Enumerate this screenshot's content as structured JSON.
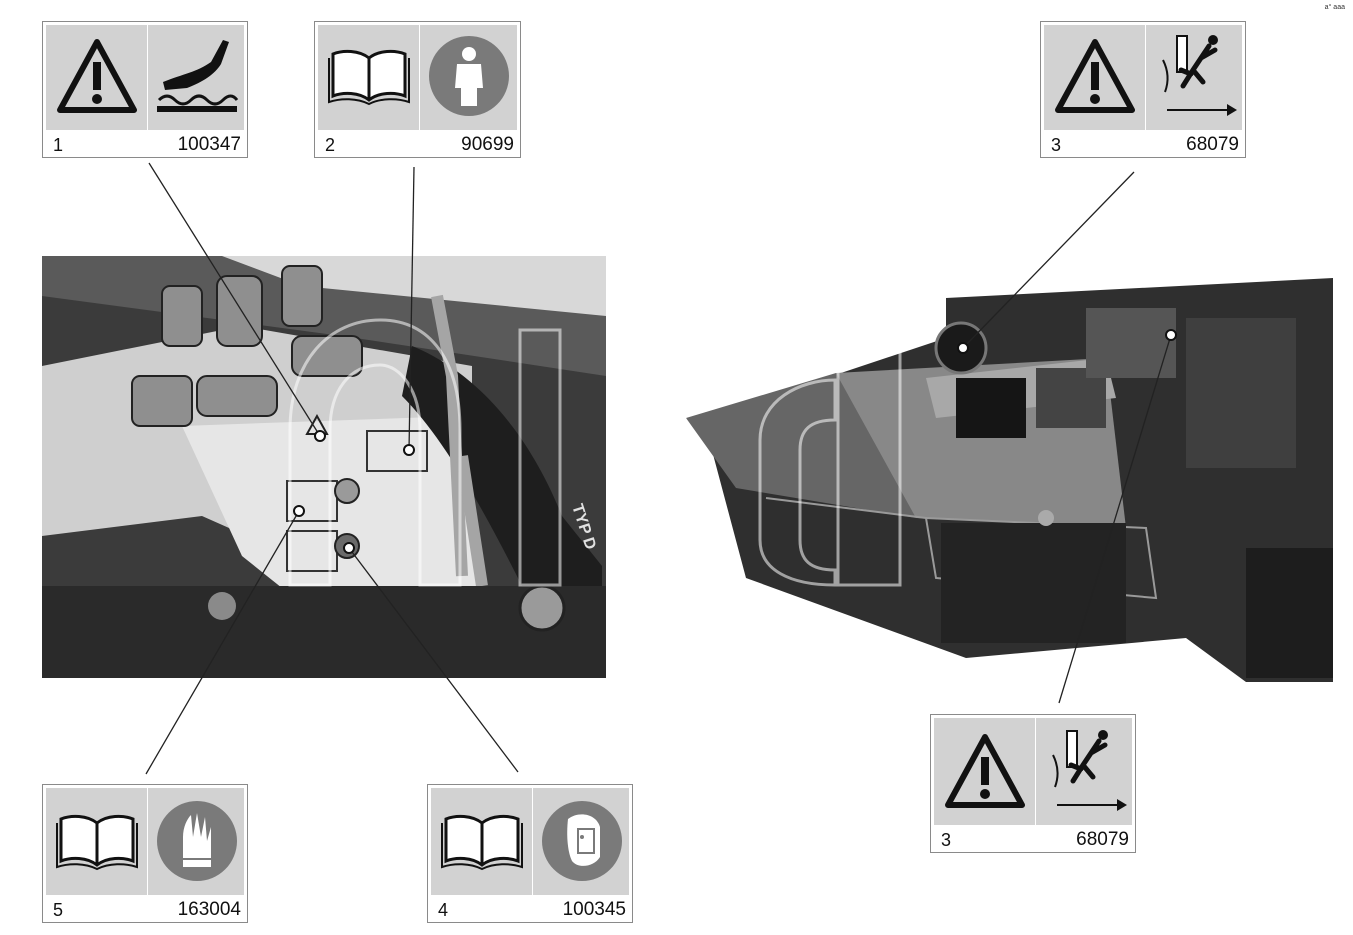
{
  "decals": [
    {
      "id": "d1",
      "number": "1",
      "code": "100347",
      "icons": [
        "warning-triangle-icon",
        "hot-surface-hand-icon"
      ]
    },
    {
      "id": "d2",
      "number": "2",
      "code": "90699",
      "icons": [
        "read-manual-book-icon",
        "protective-clothing-icon"
      ]
    },
    {
      "id": "d3a",
      "number": "3",
      "code": "68079",
      "icons": [
        "warning-triangle-icon",
        "crush-hazard-person-icon"
      ]
    },
    {
      "id": "d3b",
      "number": "3",
      "code": "68079",
      "icons": [
        "warning-triangle-icon",
        "crush-hazard-person-icon"
      ]
    },
    {
      "id": "d4",
      "number": "4",
      "code": "100345",
      "icons": [
        "read-manual-book-icon",
        "face-shield-icon"
      ]
    },
    {
      "id": "d5",
      "number": "5",
      "code": "163004",
      "icons": [
        "read-manual-book-icon",
        "safety-gloves-icon"
      ]
    }
  ],
  "corner_note": "a° aaa"
}
